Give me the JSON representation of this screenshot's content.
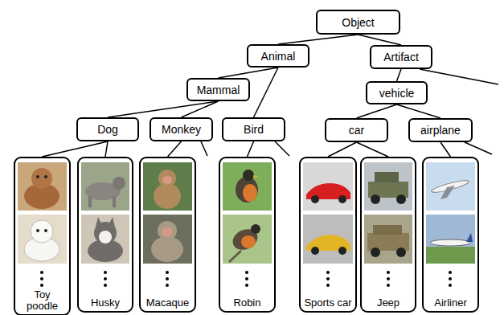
{
  "diagram": {
    "nodes": [
      {
        "text": [
          "Object"
        ]
      },
      {
        "text": [
          "Animal"
        ]
      },
      {
        "text": [
          "Artifact"
        ]
      },
      {
        "text": [
          "Mammal"
        ]
      },
      {
        "text": [
          "vehicle"
        ]
      },
      {
        "text": [
          "Dog"
        ]
      },
      {
        "text": [
          "Monkey"
        ]
      },
      {
        "text": [
          "Bird"
        ]
      },
      {
        "text": [
          "car"
        ]
      },
      {
        "text": [
          "airplane"
        ]
      },
      {
        "text": [
          "Toy poodle"
        ]
      },
      {
        "text": [
          "Husky"
        ]
      },
      {
        "text": [
          "Macaque"
        ]
      },
      {
        "text": [
          "Robin"
        ]
      },
      {
        "text": [
          "Sports car"
        ]
      },
      {
        "text": [
          "Jeep"
        ]
      },
      {
        "text": [
          "Airliner"
        ]
      }
    ],
    "edges": [
      {
        "from": 0,
        "to": 1,
        "arrow": "none"
      },
      {
        "from": 0,
        "to": 2,
        "arrow": "none"
      },
      {
        "from": 1,
        "to": 3,
        "arrow": "none"
      },
      {
        "from": 1,
        "to": 7,
        "arrow": "none"
      },
      {
        "from": 2,
        "to": 4,
        "arrow": "none"
      },
      {
        "from": 3,
        "to": 5,
        "arrow": "none"
      },
      {
        "from": 3,
        "to": 6,
        "arrow": "none"
      },
      {
        "from": 4,
        "to": 8,
        "arrow": "none"
      },
      {
        "from": 4,
        "to": 9,
        "arrow": "none"
      },
      {
        "from": 5,
        "to": 10,
        "arrow": "none"
      },
      {
        "from": 5,
        "to": 11,
        "arrow": "none"
      },
      {
        "from": 6,
        "to": 12,
        "arrow": "none"
      },
      {
        "from": 7,
        "to": 13,
        "arrow": "none"
      },
      {
        "from": 8,
        "to": 14,
        "arrow": "none"
      },
      {
        "from": 8,
        "to": 15,
        "arrow": "none"
      },
      {
        "from": 9,
        "to": 16,
        "arrow": "none"
      }
    ]
  }
}
